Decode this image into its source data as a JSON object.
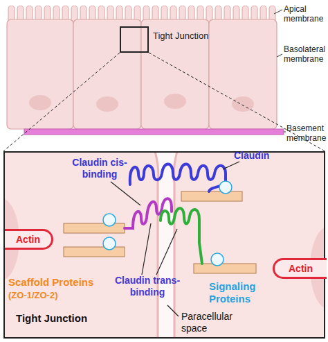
{
  "diagram": {
    "nodes": [
      {
        "text": [
          "Tight Junction"
        ]
      },
      {
        "text": [
          "Tight Junction"
        ]
      },
      {
        "text": [
          "Actin"
        ],
        "in": 1
      },
      {
        "text": [
          "Actin"
        ],
        "in": 1
      }
    ],
    "labels": [
      "Apical membrane",
      "Basolateral membrane",
      "Basement membrane",
      "Claudin cis-binding",
      "Claudin",
      "Scaffold Proteins",
      "(ZO-1/ZO-2)",
      "Claudin trans-binding",
      "Signaling Proteins",
      "Paracellular space"
    ]
  }
}
